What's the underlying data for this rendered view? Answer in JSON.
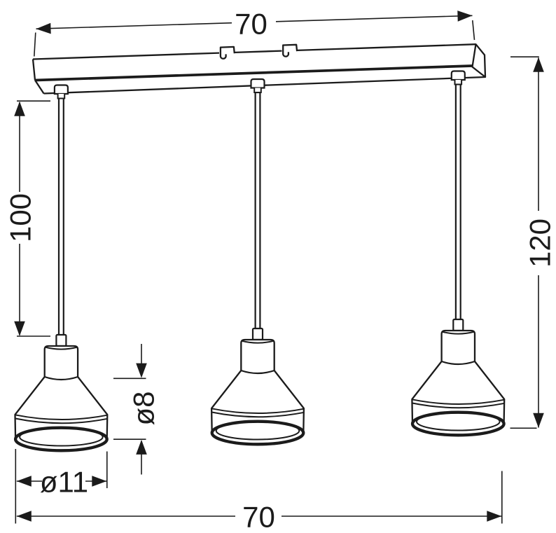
{
  "drawing": {
    "kind": "technical dimensional line drawing",
    "subject": "three-shade pendant ceiling lamp with mounting bar",
    "colors": {
      "line": "#1b1b1b",
      "background": "#ffffff"
    },
    "labels": {
      "bar_width": "70",
      "cord_length": "100",
      "overall_height": "120",
      "shade_small_diameter": "ø8",
      "shade_large_diameter": "ø11",
      "overall_width": "70"
    }
  }
}
